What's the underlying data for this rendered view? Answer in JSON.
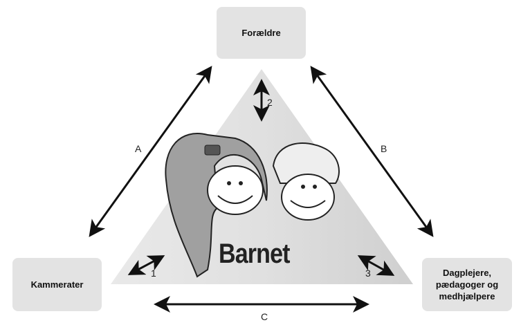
{
  "nodes": {
    "top": "Forældre",
    "left": "Kammerater",
    "right_lines": [
      "Dagplejere,",
      "pædagoger og",
      "medhjælpere"
    ]
  },
  "center_label": "Barnet",
  "edge_labels": {
    "a": "A",
    "b": "B",
    "c": "C"
  },
  "inner_labels": {
    "one": "1",
    "two": "2",
    "three": "3"
  },
  "colors": {
    "box": "#e3e3e3",
    "triangle": "#d4d4d4",
    "arrow": "#111111",
    "hair": "#a0a0a0"
  }
}
